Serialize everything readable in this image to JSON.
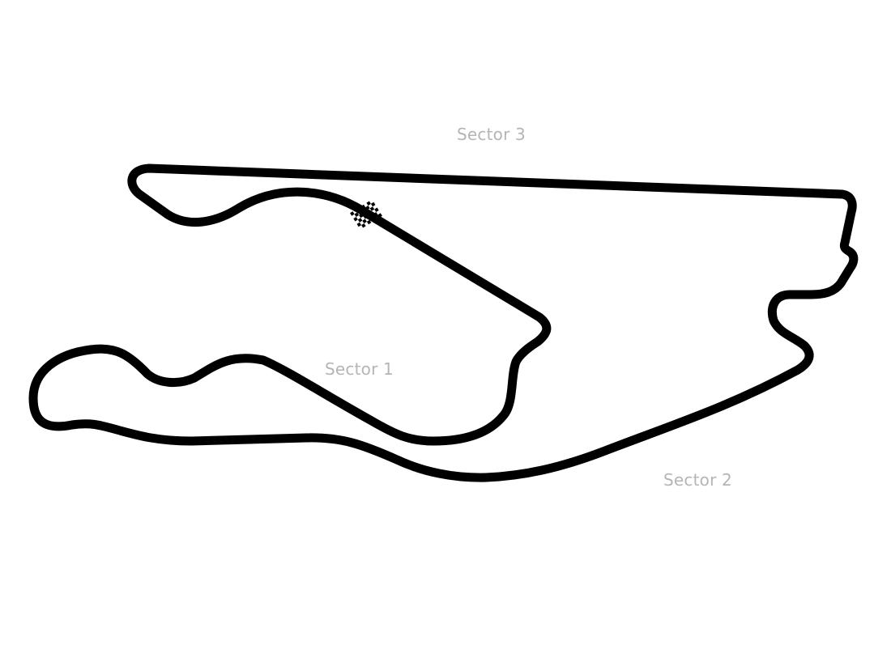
{
  "map": {
    "sectors": [
      {
        "id": "sector-1",
        "label": "Sector 1"
      },
      {
        "id": "sector-2",
        "label": "Sector 2"
      },
      {
        "id": "sector-3",
        "label": "Sector 3"
      }
    ],
    "start_finish_marker": "checkered-flag-icon",
    "colors": {
      "track": "#000000",
      "label": "#b5b5b5",
      "background": "#ffffff"
    }
  }
}
